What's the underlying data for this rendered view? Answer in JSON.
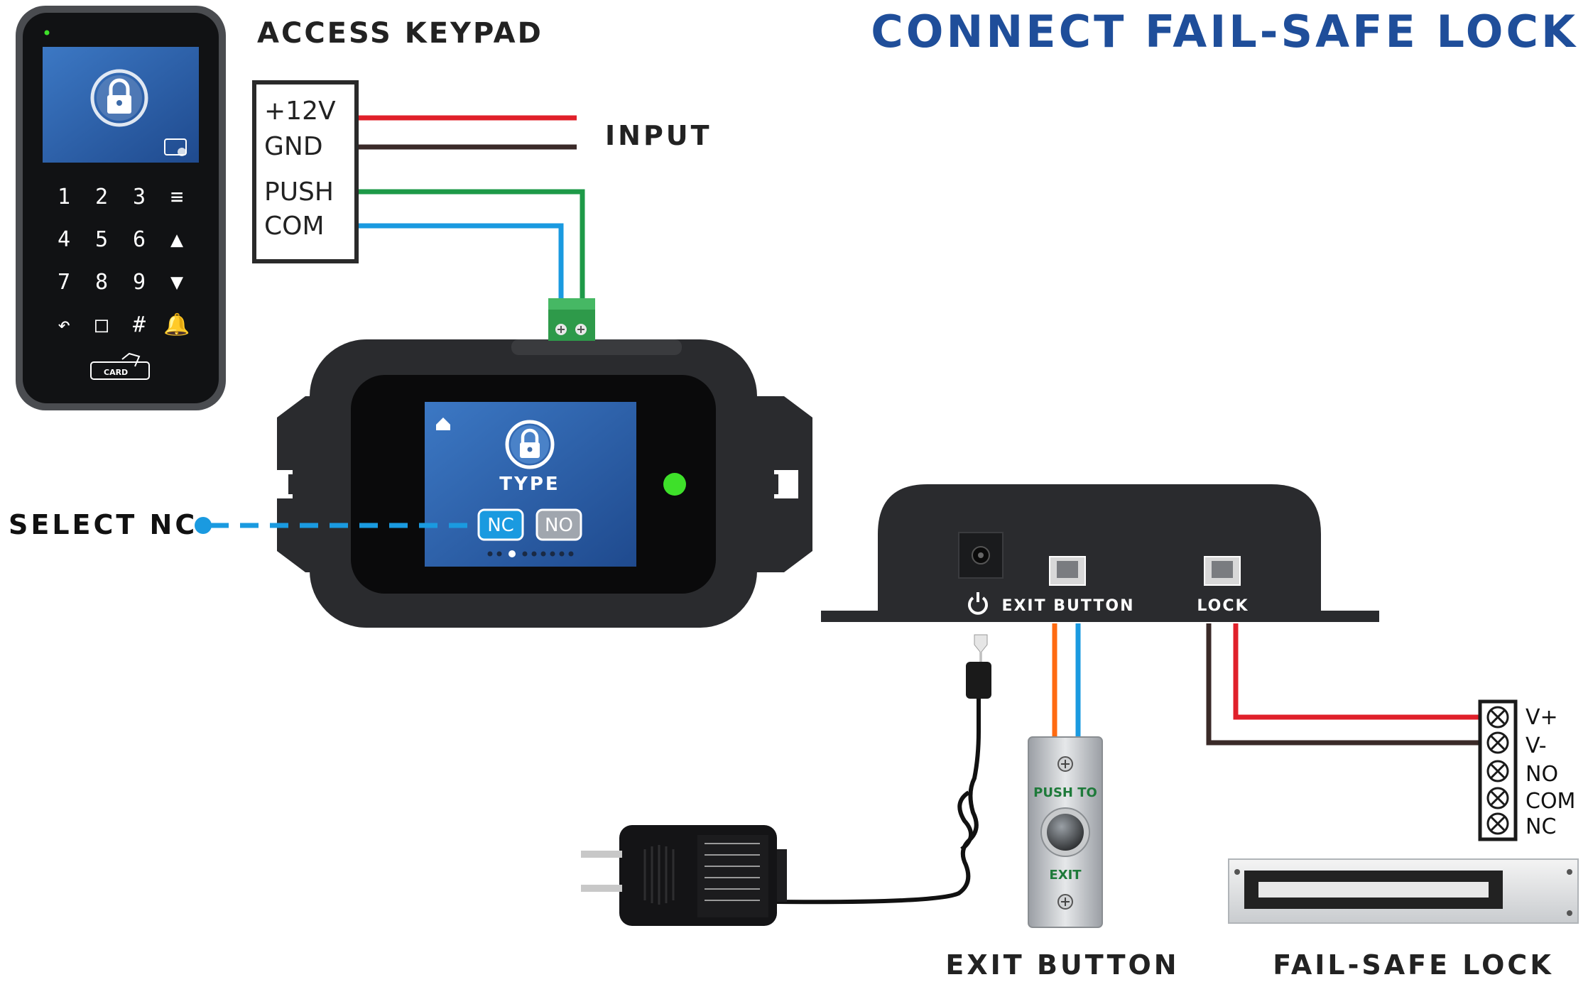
{
  "title": "CONNECT FAIL-SAFE LOCK",
  "keypad": {
    "label": "ACCESS KEYPAD",
    "keys": [
      "1",
      "2",
      "3",
      "≡",
      "4",
      "5",
      "6",
      "▲",
      "7",
      "8",
      "9",
      "▼",
      "↶",
      "□",
      "#",
      "🔔"
    ],
    "card_label": "CARD"
  },
  "terminals": {
    "labels": [
      "+12V",
      "GND",
      "PUSH",
      "COM"
    ],
    "input_label": "INPUT"
  },
  "controller": {
    "screen_title": "TYPE",
    "option_nc": "NC",
    "option_no": "NO",
    "select_label": "SELECT NC"
  },
  "relay_box": {
    "exit_port_label": "EXIT BUTTON",
    "lock_port_label": "LOCK"
  },
  "exit_button": {
    "top_text": "PUSH TO",
    "bottom_text": "EXIT",
    "label": "EXIT BUTTON"
  },
  "lock": {
    "terminal_labels": [
      "V+",
      "V-",
      "NO",
      "COM",
      "NC"
    ],
    "label": "FAIL-SAFE LOCK"
  },
  "colors": {
    "title": "#1f4e9a",
    "red_wire": "#e0202a",
    "black_wire": "#3a2a28",
    "green_wire": "#1e9a48",
    "blue_wire": "#1a9ae0",
    "orange_wire": "#ff6a10",
    "screen_blue": "#2a5ea8",
    "led_green": "#3ee02a"
  }
}
